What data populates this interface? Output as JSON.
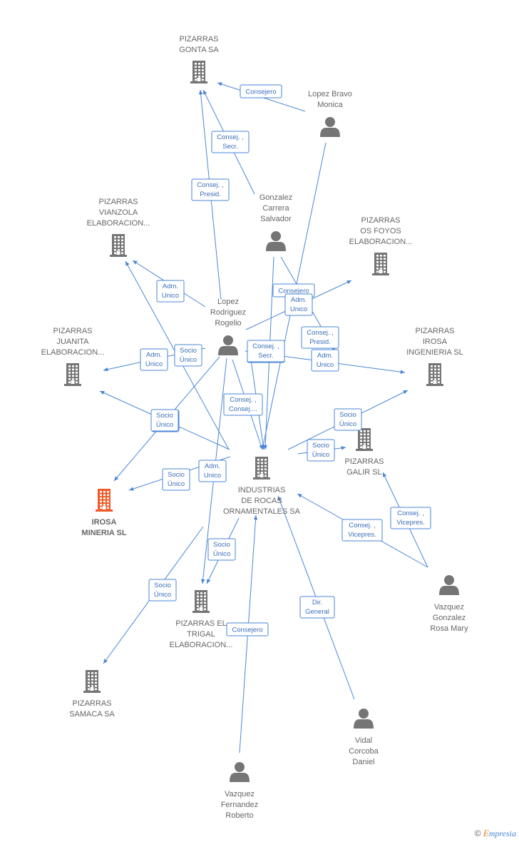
{
  "nodes": [
    {
      "id": "gonta",
      "kind": "company",
      "lines": [
        "PIZARRAS",
        "GONTA SA"
      ],
      "label_pos": "above"
    },
    {
      "id": "lopezbravo",
      "kind": "person",
      "lines": [
        "Lopez Bravo",
        "Monica"
      ],
      "label_pos": "above"
    },
    {
      "id": "gonzalez",
      "kind": "person",
      "lines": [
        "Gonzalez",
        "Carrera",
        "Salvador"
      ],
      "label_pos": "above"
    },
    {
      "id": "vianzola",
      "kind": "company",
      "lines": [
        "PIZARRAS",
        "VIANZOLA",
        "ELABORACION..."
      ],
      "label_pos": "above"
    },
    {
      "id": "osfoyos",
      "kind": "company",
      "lines": [
        "PIZARRAS",
        "OS FOYOS",
        "ELABORACION..."
      ],
      "label_pos": "above"
    },
    {
      "id": "lopezrod",
      "kind": "person",
      "lines": [
        "Lopez",
        "Rodriguez",
        "Rogelio"
      ],
      "label_pos": "above"
    },
    {
      "id": "juanita",
      "kind": "company",
      "lines": [
        "PIZARRAS",
        "JUANITA",
        "ELABORACION..."
      ],
      "label_pos": "above"
    },
    {
      "id": "irosaing",
      "kind": "company",
      "lines": [
        "PIZARRAS",
        "IROSA",
        "INGENIERIA  SL"
      ],
      "label_pos": "above"
    },
    {
      "id": "galir",
      "kind": "company",
      "lines": [
        "PIZARRAS",
        "GALIR SL"
      ],
      "label_pos": "below"
    },
    {
      "id": "industrias",
      "kind": "company",
      "lines": [
        "INDUSTRIAS",
        "DE ROCAS",
        "ORNAMENTALES SA"
      ],
      "label_pos": "below"
    },
    {
      "id": "irosamineria",
      "kind": "company-main",
      "lines": [
        "IROSA",
        "MINERIA  SL"
      ],
      "label_pos": "below"
    },
    {
      "id": "eltrigal",
      "kind": "company",
      "lines": [
        "PIZARRAS EL",
        "TRIGAL",
        "ELABORACION..."
      ],
      "label_pos": "below"
    },
    {
      "id": "vazquezg",
      "kind": "person",
      "lines": [
        "Vazquez",
        "Gonzalez",
        "Rosa Mary"
      ],
      "label_pos": "below"
    },
    {
      "id": "samaca",
      "kind": "company",
      "lines": [
        "PIZARRAS",
        "SAMACA SA"
      ],
      "label_pos": "below"
    },
    {
      "id": "vidal",
      "kind": "person",
      "lines": [
        "Vidal",
        "Corcoba",
        "Daniel"
      ],
      "label_pos": "below"
    },
    {
      "id": "vazquezf",
      "kind": "person",
      "lines": [
        "Vazquez",
        "Fernandez",
        "Roberto"
      ],
      "label_pos": "below"
    }
  ],
  "edges": [
    {
      "from": "lopezbravo",
      "to": "gonta",
      "lines": [
        "Consejero"
      ]
    },
    {
      "from": "gonzalez",
      "to": "gonta",
      "lines": [
        "Consej. ,",
        "Secr."
      ]
    },
    {
      "from": "lopezrod",
      "to": "gonta",
      "lines": [
        "Consej. ,",
        "Presid."
      ]
    },
    {
      "from": "lopezrod",
      "to": "vianzola",
      "lines": [
        "Adm.",
        "Unico"
      ]
    },
    {
      "from": "lopezbravo",
      "to": "industrias",
      "lines": [
        "Consejero"
      ]
    },
    {
      "from": "lopezrod",
      "to": "osfoyos",
      "lines": [
        "Adm.",
        "Unico"
      ]
    },
    {
      "from": "gonzalez",
      "to": "industrias",
      "lines": [
        "Consej. ,",
        "Secr."
      ]
    },
    {
      "from": "industrias",
      "to": "vianzola",
      "lines": [
        "Socio",
        "Único"
      ]
    },
    {
      "from": "lopezrod",
      "to": "juanita",
      "lines": [
        "Adm.",
        "Unico"
      ]
    },
    {
      "from": "lopezrod",
      "to": "industrias",
      "lines": [
        "Consej. ,",
        "Secr."
      ]
    },
    {
      "from": "lopezrod",
      "to": "irosaing",
      "lines": [
        "Adm.",
        "Unico"
      ]
    },
    {
      "from": "gonzalez",
      "to": "industrias",
      "lines": [
        "Consej. ,",
        "Presid."
      ]
    },
    {
      "from": "lopezrod",
      "to": "industrias",
      "lines": [
        "Consej. ,",
        "Consej...."
      ]
    },
    {
      "from": "industrias",
      "to": "juanita",
      "lines": [
        "Socio",
        "Único"
      ]
    },
    {
      "from": "lopezrod",
      "to": "irosamineria",
      "lines": [
        "Socio",
        "Único"
      ]
    },
    {
      "from": "industrias",
      "to": "irosaing",
      "lines": [
        "Socio",
        "Único"
      ]
    },
    {
      "from": "industrias",
      "to": "galir",
      "lines": [
        "Socio",
        "Único"
      ]
    },
    {
      "from": "industrias",
      "to": "irosamineria",
      "lines": [
        "Socio",
        "Único"
      ]
    },
    {
      "from": "lopezrod",
      "to": "eltrigal",
      "lines": [
        "Adm.",
        "Unico"
      ]
    },
    {
      "from": "industrias",
      "to": "eltrigal",
      "lines": [
        "Socio",
        "Único"
      ]
    },
    {
      "from": "vazquezg",
      "to": "galir",
      "lines": [
        "Consej. ,",
        "Vicepres."
      ]
    },
    {
      "from": "vazquezg",
      "to": "industrias",
      "lines": [
        "Consej. ,",
        "Vicepres."
      ]
    },
    {
      "from": "industrias",
      "to": "samaca",
      "lines": [
        "Socio",
        "Único"
      ]
    },
    {
      "from": "vidal",
      "to": "industrias",
      "lines": [
        "Dir.",
        "General"
      ]
    },
    {
      "from": "vazquezf",
      "to": "industrias",
      "lines": [
        "Consejero"
      ]
    }
  ],
  "colors": {
    "edge": "#4a86d6",
    "node": "#757575",
    "highlight": "#f05a28",
    "label": "#666666"
  },
  "footer": {
    "copyright_symbol": "©",
    "brand_initial": "E",
    "brand_rest": "mpresia"
  }
}
